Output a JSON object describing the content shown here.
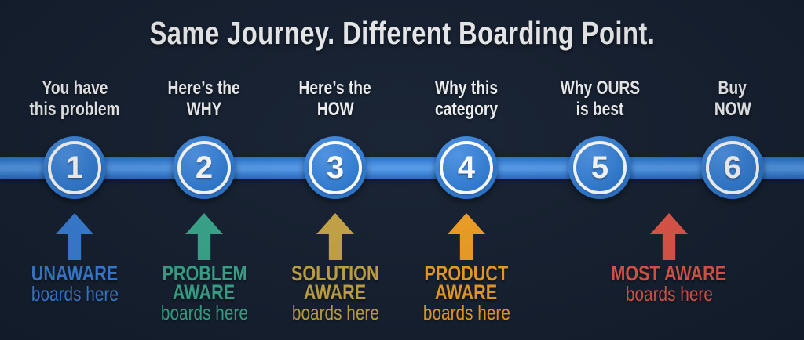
{
  "title": "Same Journey. Different Boarding Point.",
  "colors": {
    "background": "#152031",
    "text_white": "#f2f3f5",
    "timeline_blue": "#3b84dc",
    "blue": "#3b82dd",
    "teal": "#3aab90",
    "gold": "#c9a847",
    "orange": "#f4a225",
    "red": "#e6584a"
  },
  "stages": [
    {
      "number": "1",
      "label_line1": "You have",
      "label_line2": "this problem"
    },
    {
      "number": "2",
      "label_line1": "Here’s the",
      "label_line2": "WHY"
    },
    {
      "number": "3",
      "label_line1": "Here’s the",
      "label_line2": "HOW"
    },
    {
      "number": "4",
      "label_line1": "Why this",
      "label_line2": "category"
    },
    {
      "number": "5",
      "label_line1": "Why OURS",
      "label_line2": "is best"
    },
    {
      "number": "6",
      "label_line1": "Buy",
      "label_line2": "NOW"
    }
  ],
  "boarding_points": [
    {
      "line1": "UNAWARE",
      "sub": "boards here",
      "color": "#3b82dd"
    },
    {
      "line1": "PROBLEM",
      "line2": "AWARE",
      "sub": "boards here",
      "color": "#3aab90"
    },
    {
      "line1": "SOLUTION",
      "line2": "AWARE",
      "sub": "boards here",
      "color": "#c9a847"
    },
    {
      "line1": "PRODUCT",
      "line2": "AWARE",
      "sub": "boards here",
      "color": "#f4a225"
    },
    {
      "line1": "MOST AWARE",
      "sub": "boards here",
      "color": "#e6584a"
    }
  ]
}
